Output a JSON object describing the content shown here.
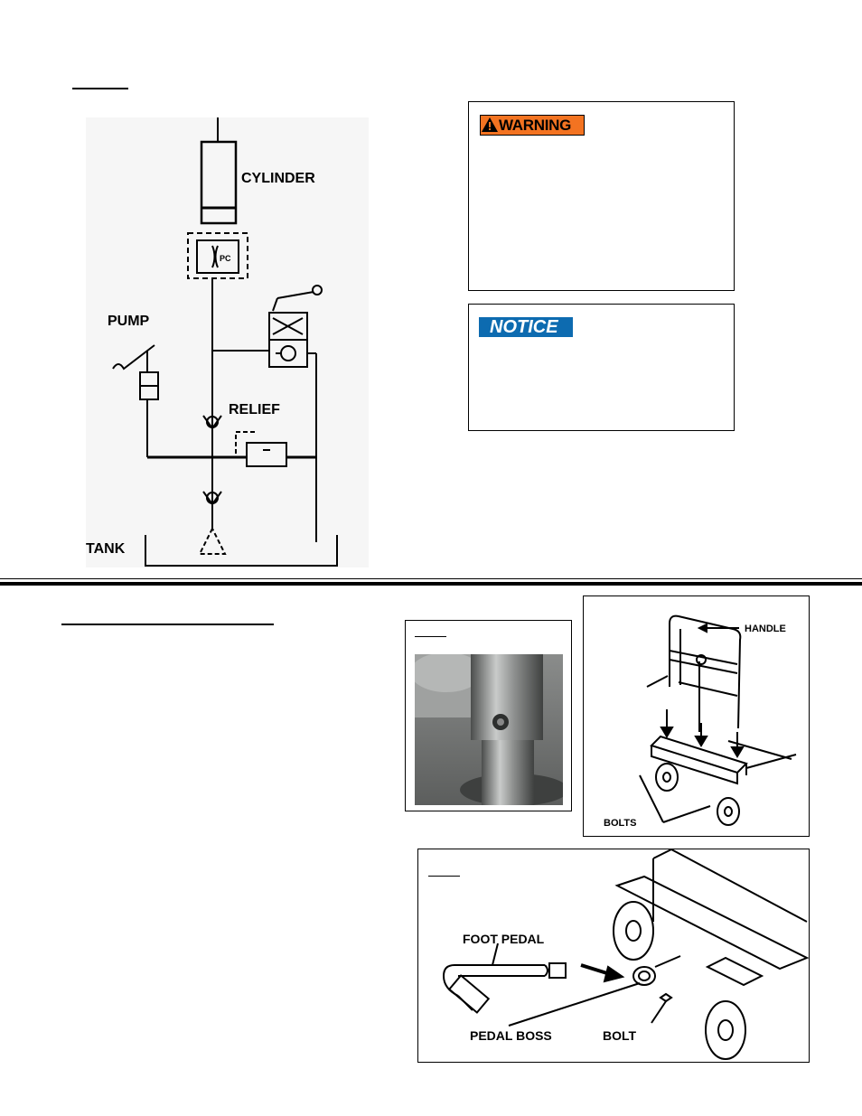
{
  "schematic": {
    "labels": {
      "cylinder": "CYLINDER",
      "pump": "PUMP",
      "relief": "RELIEF",
      "tank": "TANK",
      "flow_control": "PC"
    }
  },
  "warning": {
    "label": "WARNING",
    "color": "#f37321"
  },
  "notice": {
    "label": "NOTICE",
    "color": "#0d6bb0"
  },
  "handle_figure": {
    "labels": {
      "handle": "HANDLE",
      "bolts": "BOLTS"
    }
  },
  "pedal_figure": {
    "labels": {
      "foot_pedal": "FOOT PEDAL",
      "pedal_boss": "PEDAL BOSS",
      "bolt": "BOLT"
    }
  }
}
